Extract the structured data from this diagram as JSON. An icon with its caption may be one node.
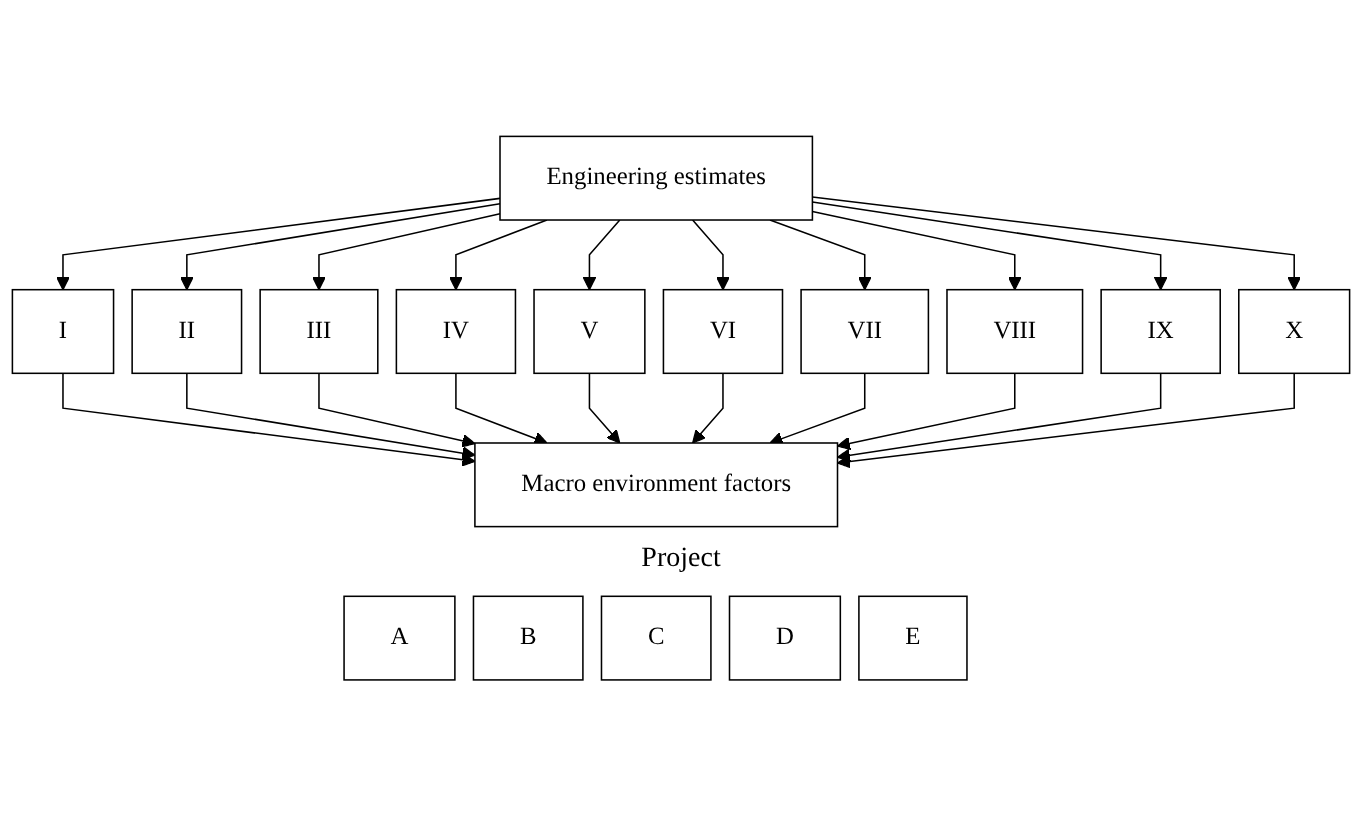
{
  "diagram": {
    "nodes": [
      {
        "text": [
          "Engineering estimates"
        ]
      },
      {
        "text": [
          "I"
        ]
      },
      {
        "text": [
          "II"
        ]
      },
      {
        "text": [
          "III"
        ]
      },
      {
        "text": [
          "IV"
        ]
      },
      {
        "text": [
          "V"
        ]
      },
      {
        "text": [
          "VI"
        ]
      },
      {
        "text": [
          "VII"
        ]
      },
      {
        "text": [
          "VIII"
        ]
      },
      {
        "text": [
          "IX"
        ]
      },
      {
        "text": [
          "X"
        ]
      },
      {
        "text": [
          "Macro environment factors"
        ]
      },
      {
        "text": [
          "A"
        ]
      },
      {
        "text": [
          "B"
        ]
      },
      {
        "text": [
          "C"
        ]
      },
      {
        "text": [
          "D"
        ]
      },
      {
        "text": [
          "E"
        ]
      }
    ],
    "edges": [
      {
        "from": 0,
        "to": 1,
        "arrow": "to"
      },
      {
        "from": 0,
        "to": 2,
        "arrow": "to"
      },
      {
        "from": 0,
        "to": 3,
        "arrow": "to"
      },
      {
        "from": 0,
        "to": 4,
        "arrow": "to"
      },
      {
        "from": 0,
        "to": 5,
        "arrow": "to"
      },
      {
        "from": 0,
        "to": 6,
        "arrow": "to"
      },
      {
        "from": 0,
        "to": 7,
        "arrow": "to"
      },
      {
        "from": 0,
        "to": 8,
        "arrow": "to"
      },
      {
        "from": 0,
        "to": 9,
        "arrow": "to"
      },
      {
        "from": 0,
        "to": 10,
        "arrow": "to"
      },
      {
        "from": 1,
        "to": 11,
        "arrow": "to"
      },
      {
        "from": 2,
        "to": 11,
        "arrow": "to"
      },
      {
        "from": 3,
        "to": 11,
        "arrow": "to"
      },
      {
        "from": 4,
        "to": 11,
        "arrow": "to"
      },
      {
        "from": 5,
        "to": 11,
        "arrow": "to"
      },
      {
        "from": 6,
        "to": 11,
        "arrow": "to"
      },
      {
        "from": 7,
        "to": 11,
        "arrow": "to"
      },
      {
        "from": 8,
        "to": 11,
        "arrow": "to"
      },
      {
        "from": 9,
        "to": 11,
        "arrow": "to"
      },
      {
        "from": 10,
        "to": 11,
        "arrow": "to"
      }
    ],
    "labels": [
      "Project"
    ]
  }
}
